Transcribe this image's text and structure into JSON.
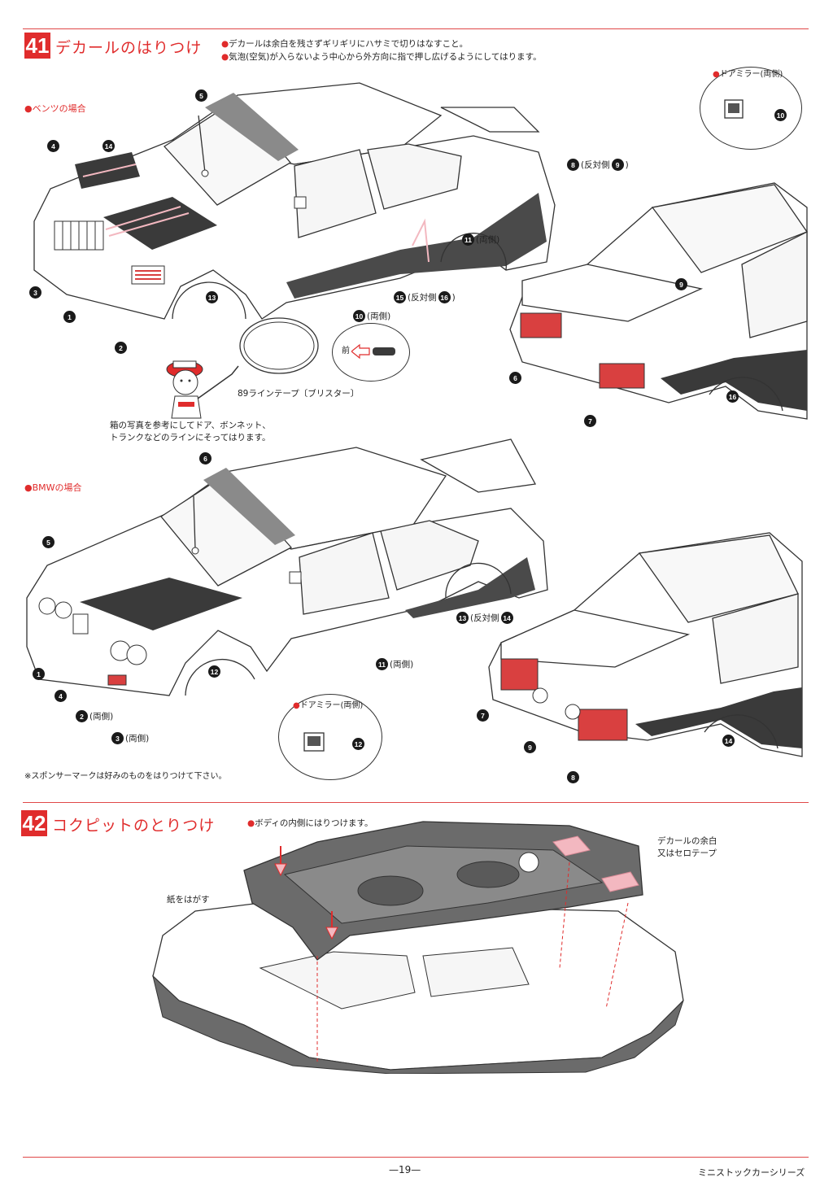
{
  "step41": {
    "number": "41",
    "title": "デカールのはりつけ",
    "notes": [
      "デカールは余白を残さずギリギリにハサミで切りはなすこと。",
      "気泡(空気)が入らないよう中心から外方向に指で押し広げるようにしてはります。"
    ],
    "benz": {
      "label": "ベンツの場合",
      "mirror_label": "ドアミラー(両側)",
      "mirror_num": "10",
      "callouts": {
        "c5": "5",
        "c4": "4",
        "c14": "14",
        "c8_num": "8",
        "c8_text": "(反対側",
        "c8_num2": "9",
        "c8_close": ")",
        "c11_num": "11",
        "c11_text": "(両側)",
        "c3": "3",
        "c1": "1",
        "c13": "13",
        "c2": "2",
        "c15_num": "15",
        "c15_text": "(反対側",
        "c15_num2": "16",
        "c15_close": ")",
        "c10_num": "10",
        "c10_text": "(両側)",
        "c9": "9",
        "c6": "6",
        "c7": "7",
        "c16": "16"
      },
      "front_arrow_label": "前",
      "line_tape": "89ラインテープ〔ブリスター〕",
      "tip": [
        "箱の写真を参考にしてドア、ボンネット、",
        "トランクなどのラインにそってはります。"
      ]
    },
    "bmw": {
      "label": "BMWの場合",
      "mirror_label": "ドアミラー(両側)",
      "mirror_num": "12",
      "callouts": {
        "c6": "6",
        "c5": "5",
        "c13_num": "13",
        "c13_text": "(反対側",
        "c13_num2": "14",
        "c13_close": ")",
        "c12": "12",
        "c11_num": "11",
        "c11_text": "(両側)",
        "c1": "1",
        "c4": "4",
        "c2_num": "2",
        "c2_text": "(両側)",
        "c3_num": "3",
        "c3_text": "(両側)",
        "c7": "7",
        "c9": "9",
        "c8": "8",
        "c14": "14"
      }
    },
    "sponsor_note": "※スポンサーマークは好みのものをはりつけて下さい。"
  },
  "step42": {
    "number": "42",
    "title": "コクピットのとりつけ",
    "note": "ボディの内側にはりつけます。",
    "label_decal": [
      "デカールの余白",
      "又はセロテープ"
    ],
    "label_peel": "紙をはがす"
  },
  "footer": {
    "page": "—19—",
    "series": "ミニストックカーシリーズ"
  },
  "colors": {
    "accent": "#e02c2c",
    "decal_dark": "#3a3a3a",
    "tail_light": "#d94040",
    "cockpit_gray": "#6b6b6b",
    "tape_pink": "#f3b8c0"
  }
}
